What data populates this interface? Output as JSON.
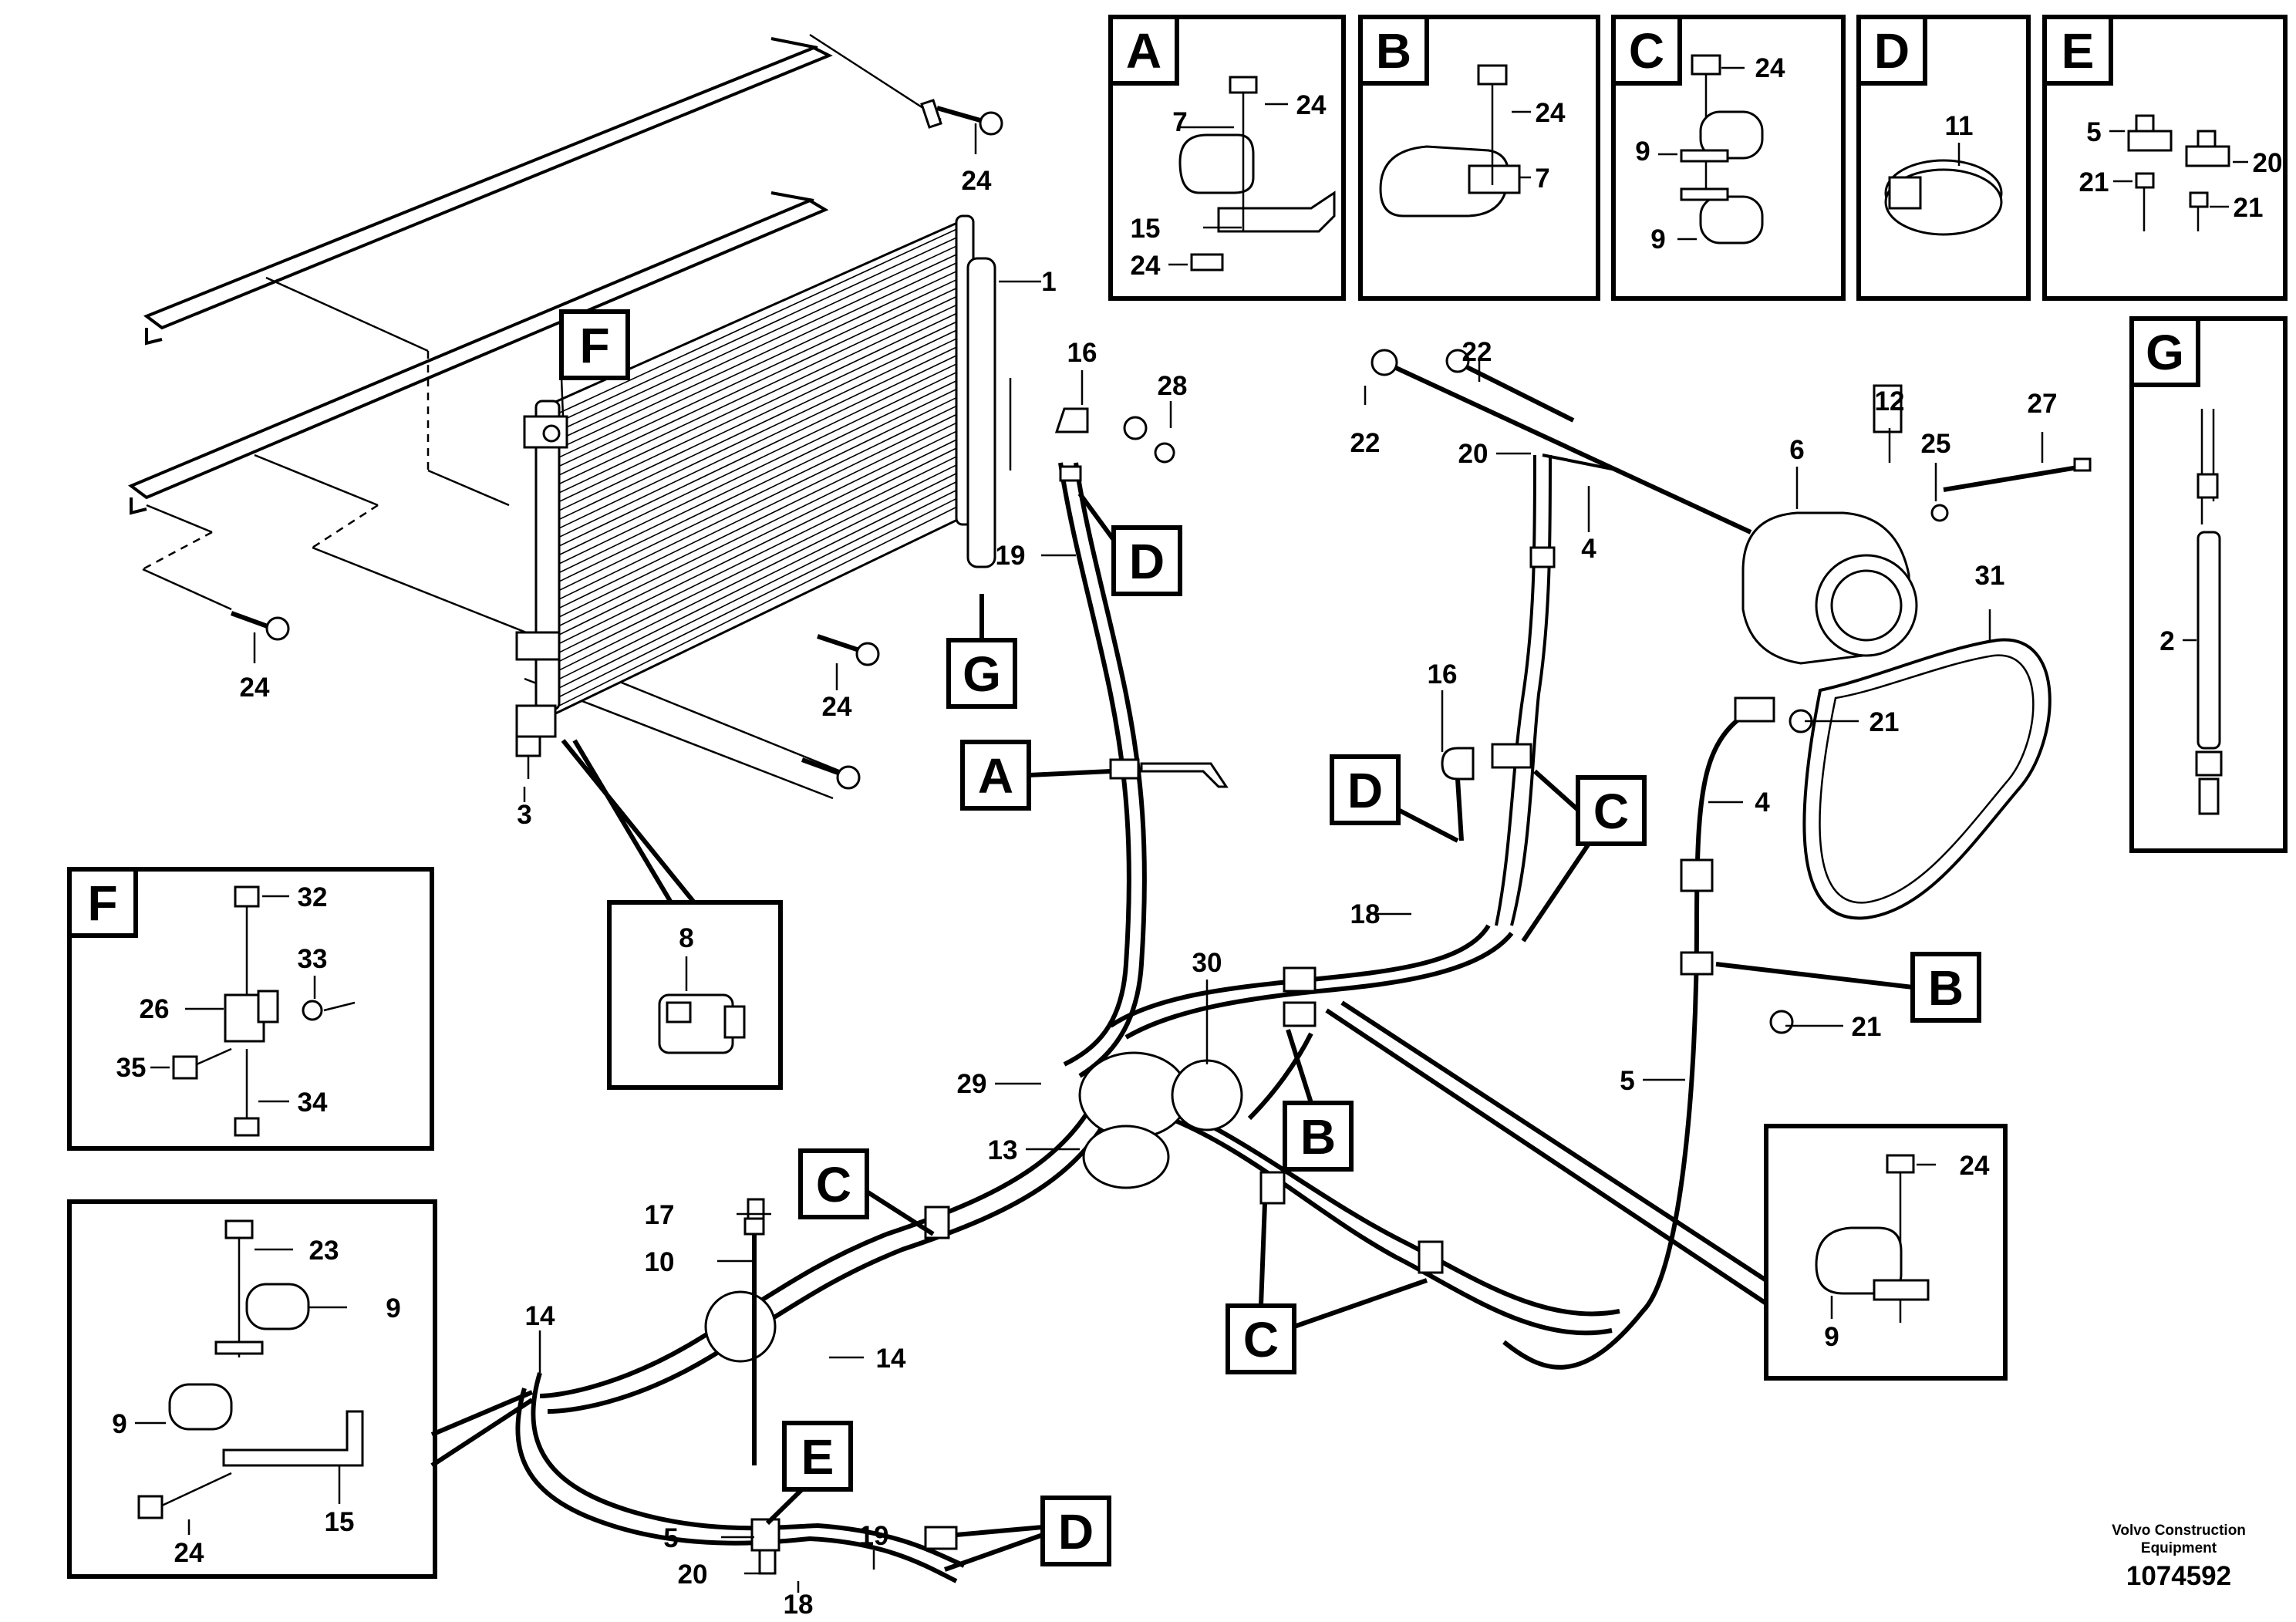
{
  "detail_boxes": {
    "A": {
      "letter": "A",
      "labels": {
        "l7": "7",
        "l24a": "24",
        "l15": "15",
        "l24b": "24"
      }
    },
    "B": {
      "letter": "B",
      "labels": {
        "l24": "24",
        "l7": "7"
      }
    },
    "C": {
      "letter": "C",
      "labels": {
        "l24": "24",
        "l9a": "9",
        "l9b": "9"
      }
    },
    "D": {
      "letter": "D",
      "labels": {
        "l11": "11"
      }
    },
    "E": {
      "letter": "E",
      "labels": {
        "l5": "5",
        "l20": "20",
        "l21a": "21",
        "l21b": "21"
      }
    },
    "G": {
      "letter": "G",
      "labels": {
        "l2": "2"
      }
    },
    "F": {
      "letter": "F",
      "labels": {
        "l32": "32",
        "l33": "33",
        "l26": "26",
        "l35": "35",
        "l34": "34"
      }
    },
    "clipset": {
      "labels": {
        "l23": "23",
        "l9a": "9",
        "l9b": "9",
        "l24": "24",
        "l15": "15"
      }
    },
    "sensor": {
      "labels": {
        "l8": "8"
      }
    },
    "clamp": {
      "labels": {
        "l24": "24",
        "l9": "9"
      }
    }
  },
  "main_letters": {
    "F": "F",
    "G": "G",
    "A": "A",
    "D1": "D",
    "D2": "D",
    "C1": "C",
    "B1": "B",
    "B2": "B",
    "C2": "C",
    "C3": "C",
    "E": "E",
    "D3": "D"
  },
  "callouts": {
    "c24_top": "24",
    "c1": "1",
    "c16_top": "16",
    "c28": "28",
    "c22a": "22",
    "c22b": "22",
    "c12": "12",
    "c27": "27",
    "c20_top": "20",
    "c25": "25",
    "c6": "6",
    "c4_top": "4",
    "c19_top": "19",
    "c24_left": "24",
    "c24_mid": "24",
    "c3": "3",
    "c31": "31",
    "c16_mid": "16",
    "c21_a": "21",
    "c4_right": "4",
    "c18_top": "18",
    "c30": "30",
    "c21_b": "21",
    "c29": "29",
    "c5_right": "5",
    "c13": "13",
    "c17": "17",
    "c10": "10",
    "c14a": "14",
    "c14b": "14",
    "c5_bottom": "5",
    "c19_bottom": "19",
    "c20_bottom": "20",
    "c18_bottom": "18"
  },
  "footer": {
    "company_line1": "Volvo Construction",
    "company_line2": "Equipment",
    "doc_number": "1074592"
  }
}
